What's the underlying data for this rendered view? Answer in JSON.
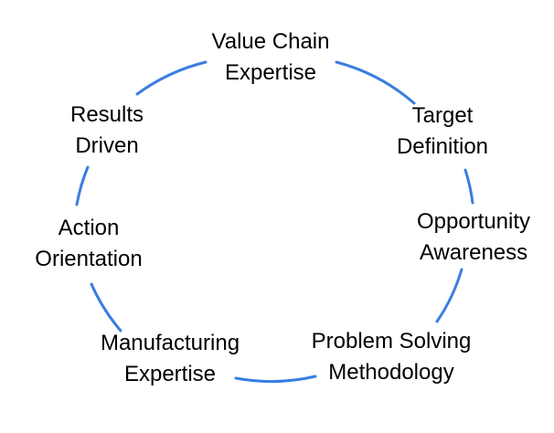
{
  "diagram": {
    "type": "cycle",
    "ring_color": "#3a7de0",
    "label_color": "#000000",
    "nodes": [
      {
        "id": "value-chain-expertise",
        "line1": "Value Chain",
        "line2": "Expertise"
      },
      {
        "id": "target-definition",
        "line1": "Target",
        "line2": "Definition"
      },
      {
        "id": "opportunity-awareness",
        "line1": "Opportunity",
        "line2": "Awareness"
      },
      {
        "id": "problem-solving-methodology",
        "line1": "Problem Solving",
        "line2": "Methodology"
      },
      {
        "id": "manufacturing-expertise",
        "line1": "Manufacturing",
        "line2": "Expertise"
      },
      {
        "id": "action-orientation",
        "line1": "Action",
        "line2": "Orientation"
      },
      {
        "id": "results-driven",
        "line1": "Results",
        "line2": "Driven"
      }
    ]
  }
}
